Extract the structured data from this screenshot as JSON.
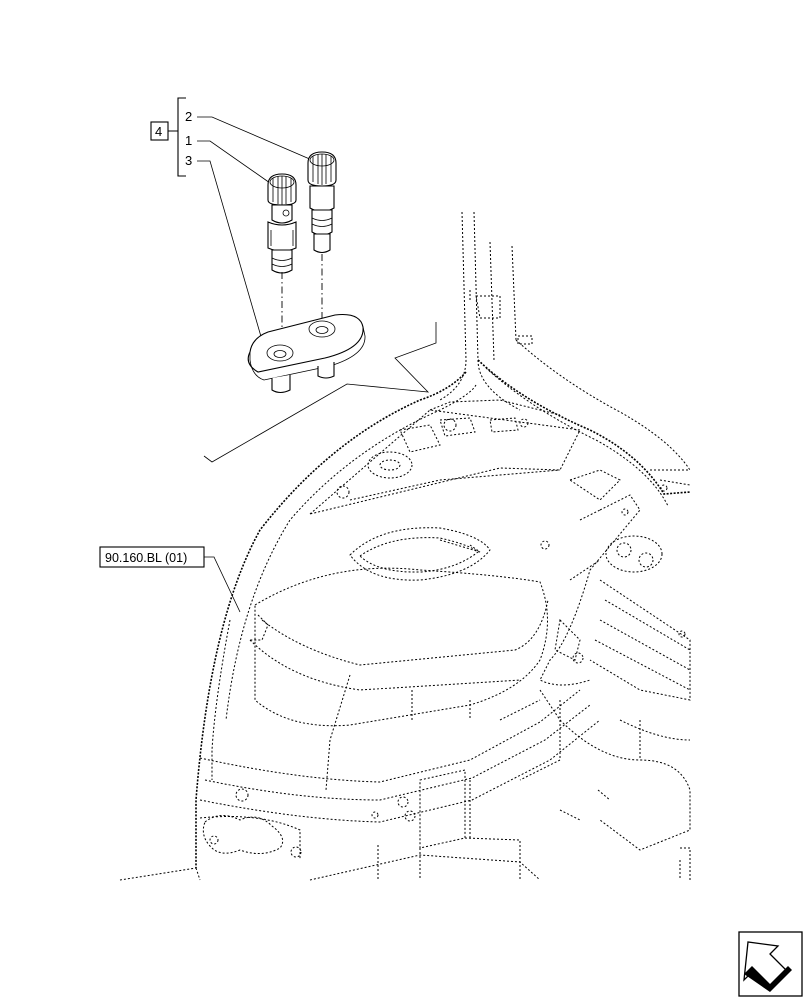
{
  "callouts": {
    "kit": "4",
    "items": [
      {
        "label": "2"
      },
      {
        "label": "1"
      },
      {
        "label": "3"
      }
    ]
  },
  "reference": {
    "label": "90.160.BL (01)"
  },
  "nav_icon": "next-page-arrow-icon"
}
